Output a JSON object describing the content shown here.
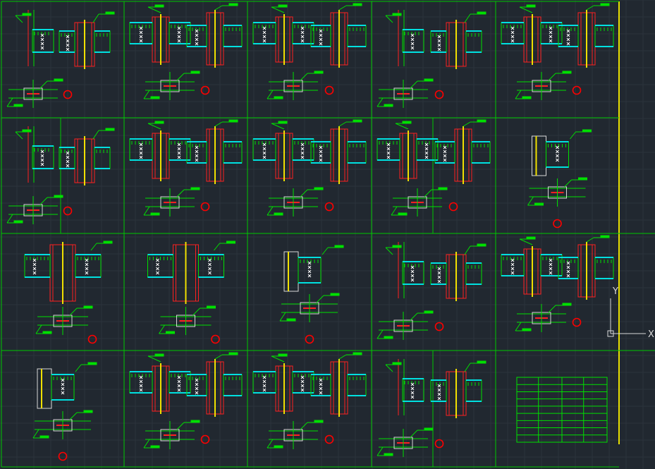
{
  "viewport": {
    "background": "#212830",
    "grid_color": "#2c333c"
  },
  "colors": {
    "frame": "#00c800",
    "steel": "#00e000",
    "column": "#ff2020",
    "flange": "#00e0e0",
    "web_plate": "#f0e000",
    "bolt": "#ffffff",
    "axis": "#d8d8d8",
    "border_yellow": "#e8e000",
    "marker": "#ff0000"
  },
  "ucs_icon": {
    "x_label": "X",
    "y_label": "Y"
  },
  "drawing_sheet": {
    "rows": 4,
    "cols": 5,
    "details": [
      {
        "variant": "split-a"
      },
      {
        "variant": "wide-pair"
      },
      {
        "variant": "wide-pair"
      },
      {
        "variant": "split-a"
      },
      {
        "variant": "wide-pair"
      },
      {
        "variant": "split-small"
      },
      {
        "variant": "wide-pair"
      },
      {
        "variant": "wide-pair"
      },
      {
        "variant": "split-box"
      },
      {
        "variant": "single-box"
      },
      {
        "variant": "column-box"
      },
      {
        "variant": "column-box"
      },
      {
        "variant": "single-box"
      },
      {
        "variant": "split-a"
      },
      {
        "variant": "wide-pair"
      },
      {
        "variant": "small-beam"
      },
      {
        "variant": "wide-pair"
      },
      {
        "variant": "wide-pair"
      },
      {
        "variant": "split-small"
      },
      {
        "variant": "schedule-table"
      }
    ],
    "schedule_table": {
      "rows": 9,
      "cols": 4
    }
  }
}
